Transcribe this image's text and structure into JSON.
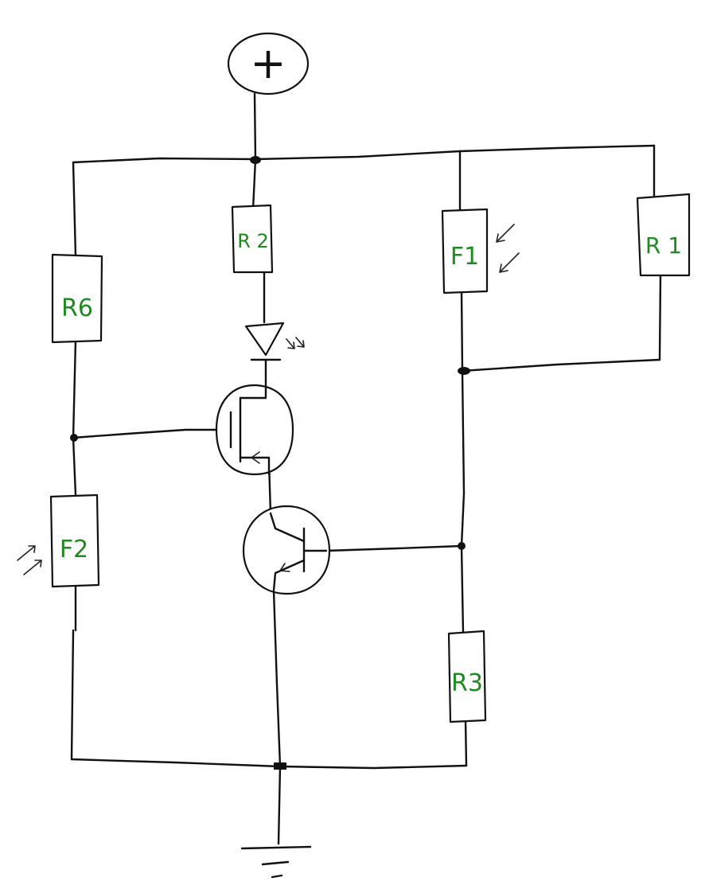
{
  "supply": {
    "symbol": "+"
  },
  "components": {
    "R6": {
      "label": "R6"
    },
    "R2": {
      "label": "R 2"
    },
    "F1": {
      "label": "F1"
    },
    "R1": {
      "label": "R 1"
    },
    "F2": {
      "label": "F2"
    },
    "R3": {
      "label": "R3"
    }
  },
  "colors": {
    "ink": "#111111",
    "label": "#1f8a1f",
    "background": "#ffffff"
  }
}
